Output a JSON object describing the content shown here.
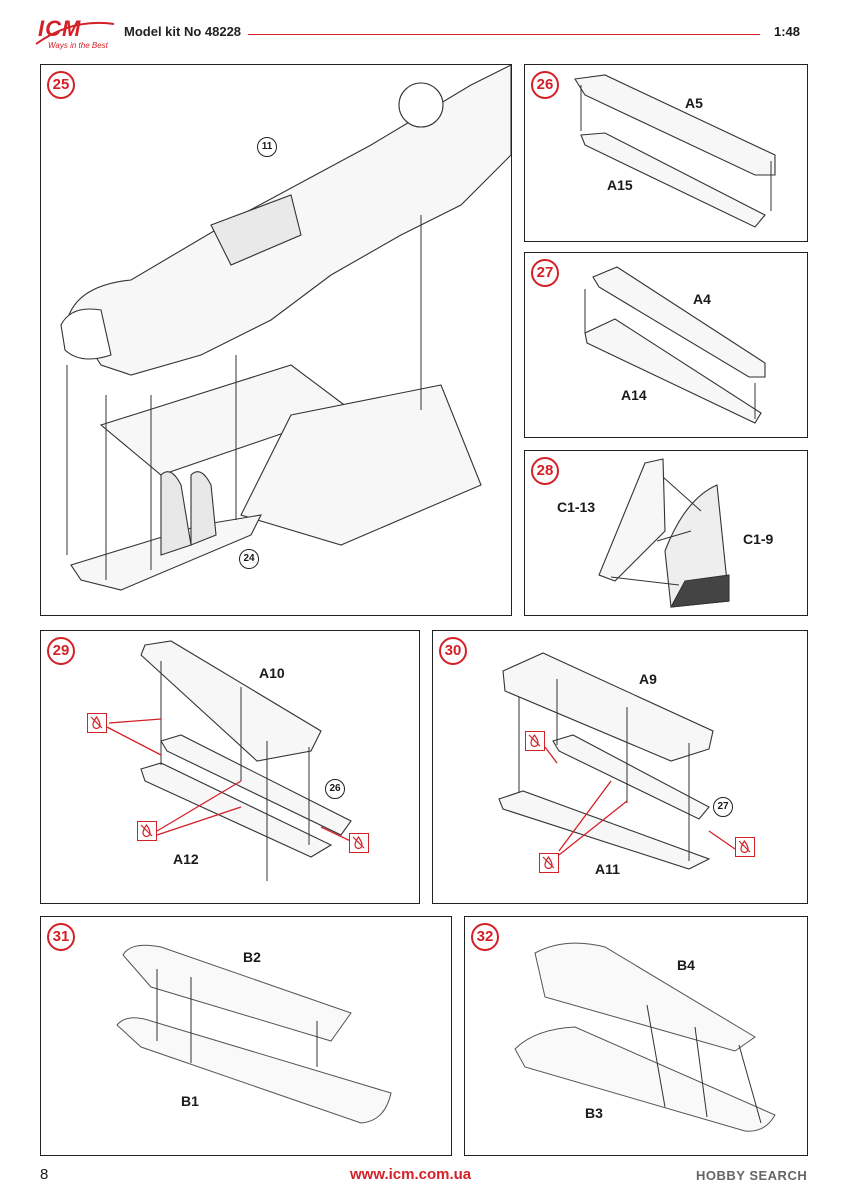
{
  "header": {
    "logo_text": "ICM",
    "logo_tagline": "Ways in the Best",
    "model_title": "Model kit No 48228",
    "scale": "1:48"
  },
  "steps": [
    {
      "number": "25",
      "refs": [
        "11",
        "24"
      ]
    },
    {
      "number": "26",
      "parts": [
        "A5",
        "A15"
      ]
    },
    {
      "number": "27",
      "parts": [
        "A4",
        "A14"
      ]
    },
    {
      "number": "28",
      "parts": [
        "C1-13",
        "C1-9"
      ]
    },
    {
      "number": "29",
      "parts": [
        "A10",
        "A12"
      ],
      "refs": [
        "26"
      ]
    },
    {
      "number": "30",
      "parts": [
        "A9",
        "A11"
      ],
      "refs": [
        "27"
      ]
    },
    {
      "number": "31",
      "parts": [
        "B2",
        "B1"
      ]
    },
    {
      "number": "32",
      "parts": [
        "B4",
        "B3"
      ]
    }
  ],
  "footer": {
    "page_number": "8",
    "url": "www.icm.com.ua",
    "watermark": "HOBBY SEARCH"
  },
  "colors": {
    "accent": "#d42027",
    "line": "#222222"
  }
}
